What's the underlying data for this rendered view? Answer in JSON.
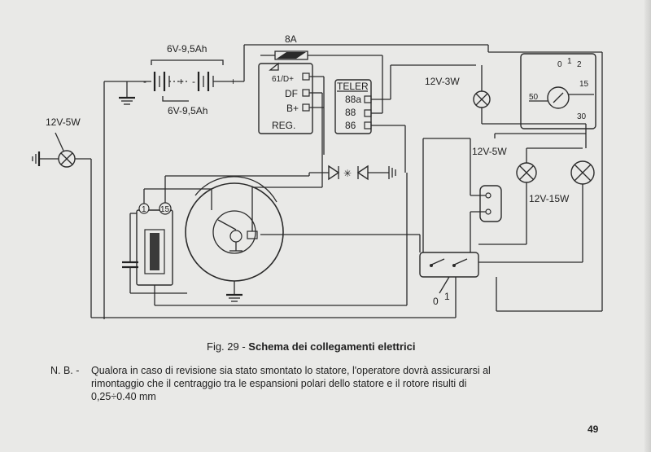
{
  "diagram": {
    "fuse_label": "8A",
    "battery_top_label": "6V-9,5Ah",
    "battery_bottom_label": "6V-9,5Ah",
    "battery_minus": "-",
    "battery_plus_mid": "+",
    "battery_minus_mid": "-",
    "battery_plus": "+",
    "rear_lamp_label": "12V-5W",
    "regulator": {
      "d_plus": "61/D+",
      "df": "DF",
      "b_plus": "B+",
      "name": "REG."
    },
    "teler": {
      "name": "TELER",
      "t1": "88a",
      "t2": "88",
      "t3": "86"
    },
    "warning_lamp_label": "12V-3W",
    "ignition_switch": {
      "p0": "0",
      "p1": "1",
      "p2": "2",
      "p50": "50",
      "p15": "15",
      "p30": "30"
    },
    "lamp_5w_label": "12V-5W",
    "lamp_15w_label": "12V-15W",
    "coil_terminal_1": "1",
    "coil_terminal_15": "15",
    "dip_switch_0": "0",
    "dip_switch_1": "1"
  },
  "caption": {
    "prefix": "Fig. 29 - ",
    "title": "Schema dei collegamenti elettrici"
  },
  "note": {
    "label": "N. B. -",
    "text": "Qualora in caso di revisione sia stato smontato lo statore, l'operatore dovrà assicurarsi al\nrimontaggio che il centraggio tra le espansioni polari dello statore e il rotore risulti di\n0,25÷0.40 mm"
  },
  "page_number": "49"
}
